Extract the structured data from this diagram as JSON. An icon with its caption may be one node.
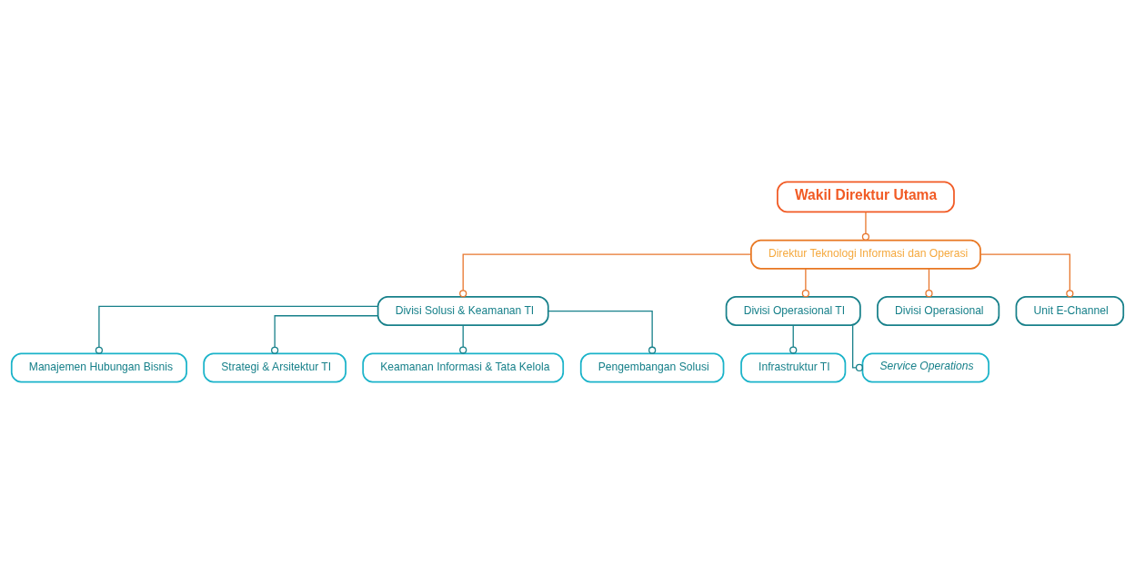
{
  "diagram": {
    "nodes": [
      {
        "text": [
          "Wakil Direktur Utama"
        ]
      },
      {
        "text": [
          "Direktur Teknologi Informasi dan Operasi"
        ]
      },
      {
        "text": [
          "Divisi Solusi & Keamanan TI"
        ]
      },
      {
        "text": [
          "Divisi Operasional TI"
        ]
      },
      {
        "text": [
          "Divisi Operasional"
        ]
      },
      {
        "text": [
          "Unit E-Channel"
        ]
      },
      {
        "text": [
          "Manajemen Hubungan Bisnis"
        ]
      },
      {
        "text": [
          "Strategi & Arsitektur TI"
        ]
      },
      {
        "text": [
          "Keamanan Informasi & Tata Kelola"
        ]
      },
      {
        "text": [
          "Pengembangan Solusi"
        ]
      },
      {
        "text": [
          "Infrastruktur TI"
        ]
      },
      {
        "text": [
          "Service Operations"
        ]
      }
    ],
    "edges": [
      {
        "from": 0,
        "to": 1,
        "arrow": "other",
        "color": "#e8762c"
      },
      {
        "from": 1,
        "to": 2,
        "arrow": "other",
        "color": "#e8762c"
      },
      {
        "from": 1,
        "to": 3,
        "arrow": "other",
        "color": "#e8762c"
      },
      {
        "from": 1,
        "to": 4,
        "arrow": "other",
        "color": "#e8762c"
      },
      {
        "from": 1,
        "to": 5,
        "arrow": "other",
        "color": "#e8762c"
      },
      {
        "from": 2,
        "to": 6,
        "arrow": "other"
      },
      {
        "from": 2,
        "to": 7,
        "arrow": "other"
      },
      {
        "from": 2,
        "to": 8,
        "arrow": "other"
      },
      {
        "from": 2,
        "to": 9,
        "arrow": "other"
      },
      {
        "from": 3,
        "to": 10,
        "arrow": "other"
      },
      {
        "from": 3,
        "to": 11,
        "arrow": "other"
      }
    ]
  }
}
